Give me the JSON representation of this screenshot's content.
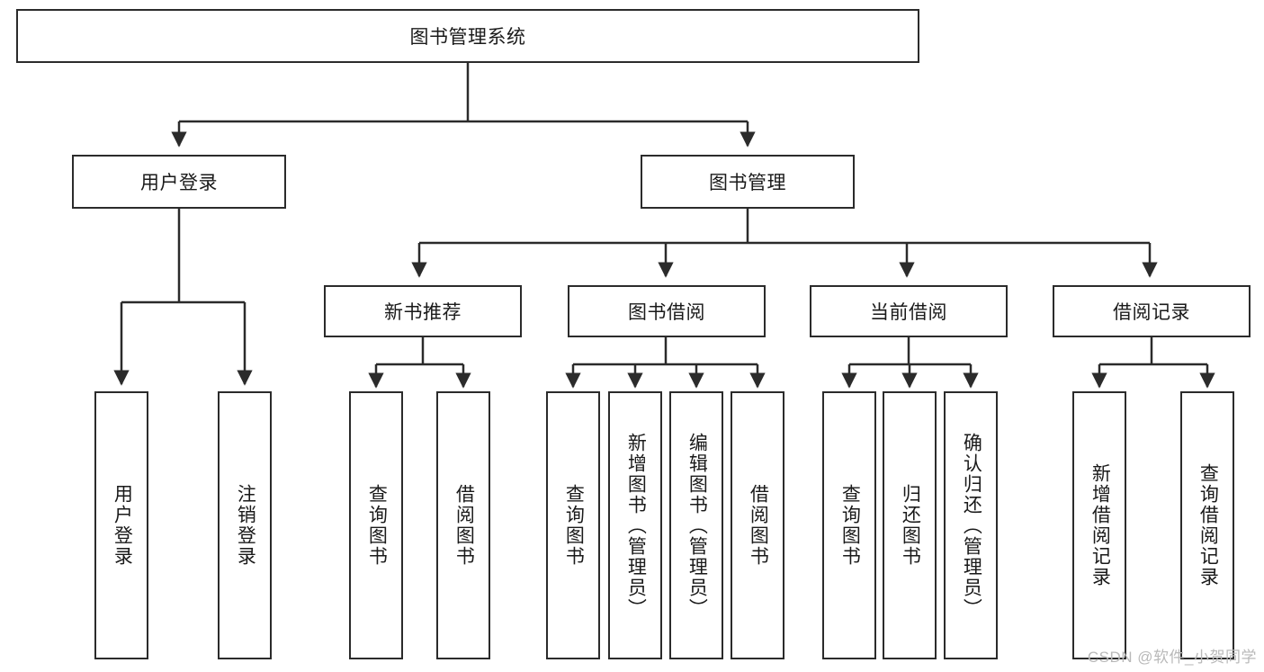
{
  "diagram": {
    "type": "hierarchy-tree",
    "title_node": {
      "label": "图书管理系统"
    },
    "level2": [
      {
        "label": "用户登录"
      },
      {
        "label": "图书管理"
      }
    ],
    "level3": [
      {
        "label": "新书推荐"
      },
      {
        "label": "图书借阅"
      },
      {
        "label": "当前借阅"
      },
      {
        "label": "借阅记录"
      }
    ],
    "leaves": {
      "user_login": [
        {
          "label": "用户登录"
        },
        {
          "label": "注销登录"
        }
      ],
      "new_book_recommend": [
        {
          "label": "查询图书"
        },
        {
          "label": "借阅图书"
        }
      ],
      "book_borrow": [
        {
          "label": "查询图书"
        },
        {
          "label": "新增图书（管理员）"
        },
        {
          "label": "编辑图书（管理员）"
        },
        {
          "label": "借阅图书"
        }
      ],
      "current_borrow": [
        {
          "label": "查询图书"
        },
        {
          "label": "归还图书"
        },
        {
          "label": "确认归还（管理员）"
        }
      ],
      "borrow_record": [
        {
          "label": "新增借阅记录"
        },
        {
          "label": "查询借阅记录"
        }
      ]
    }
  },
  "watermark": {
    "text": "CSDN @软件_小贺同学"
  },
  "colors": {
    "stroke": "#2b2b2b",
    "fill": "#ffffff",
    "text": "#1a1a1a",
    "watermark": "#b9b9b9"
  }
}
